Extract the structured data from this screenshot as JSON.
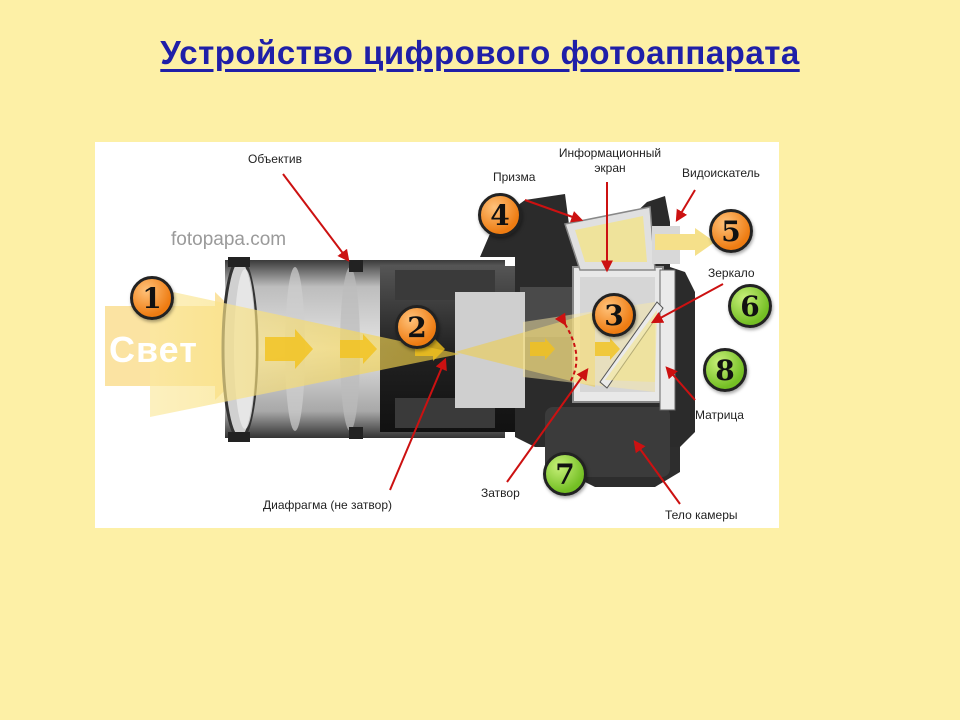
{
  "title": "Устройство  цифрового  фотоаппарата",
  "watermark": "fotopapa.com",
  "light_label": "Свет",
  "labels": {
    "lens": "Объектив",
    "info_screen_1": "Информационный",
    "info_screen_2": "экран",
    "prism": "Призма",
    "viewfinder": "Видоискатель",
    "mirror": "Зеркало",
    "sensor": "Матрица",
    "shutter": "Затвор",
    "aperture": "Диафрагма (не затвор)",
    "body": "Тело камеры"
  },
  "badges": [
    "1",
    "2",
    "3",
    "4",
    "5",
    "6",
    "7",
    "8"
  ],
  "colors": {
    "title": "#1f1fa8",
    "background": "#fdf0a6",
    "light_beam": "#f6d84a",
    "badge_orange": "#ee7c12",
    "badge_green": "#74bf24",
    "arrow": "#cc1111"
  }
}
